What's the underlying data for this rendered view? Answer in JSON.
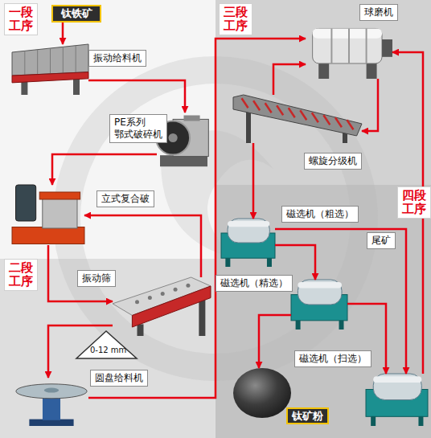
{
  "diagram": {
    "nodes": [
      {
        "text": [
          "钛铁矿"
        ]
      },
      {
        "text": [
          "振动给料机"
        ]
      },
      {
        "text": [
          "PE系列 鄂式破碎机"
        ]
      },
      {
        "text": [
          "立式复合破"
        ]
      },
      {
        "text": [
          "振动筛"
        ]
      },
      {
        "text": [
          "圆盘给料机"
        ]
      },
      {
        "text": [
          "球磨机"
        ]
      },
      {
        "text": [
          "螺旋分级机"
        ]
      },
      {
        "text": [
          "磁选机（粗选）"
        ]
      },
      {
        "text": [
          "磁选机（精选）"
        ]
      },
      {
        "text": [
          "磁选机（扫选）"
        ]
      },
      {
        "text": [
          "钛矿粉"
        ]
      }
    ],
    "edges": [
      {
        "from": 0,
        "to": 1,
        "arrow": "to"
      },
      {
        "from": 1,
        "to": 2,
        "arrow": "to"
      },
      {
        "from": 2,
        "to": 3,
        "arrow": "to"
      },
      {
        "from": 3,
        "to": 4,
        "arrow": "to"
      },
      {
        "from": 4,
        "to": 3,
        "arrow": "to"
      },
      {
        "from": 4,
        "to": 5,
        "arrow": "to"
      },
      {
        "from": 5,
        "to": 6,
        "arrow": "to"
      },
      {
        "from": 6,
        "to": 7,
        "arrow": "to"
      },
      {
        "from": 7,
        "to": 6,
        "arrow": "to"
      },
      {
        "from": 7,
        "to": 8,
        "arrow": "to"
      },
      {
        "from": 8,
        "to": 9,
        "arrow": "to"
      },
      {
        "from": 8,
        "to": 10,
        "label": "尾矿",
        "arrow": "to"
      },
      {
        "from": 9,
        "to": 10,
        "arrow": "to"
      },
      {
        "from": 9,
        "to": 11,
        "arrow": "to"
      },
      {
        "from": 10,
        "to": 6,
        "arrow": "to"
      }
    ],
    "labels": [
      "一段工序",
      "二段工序",
      "三段工序",
      "四段工序",
      "0-12 mm"
    ]
  }
}
